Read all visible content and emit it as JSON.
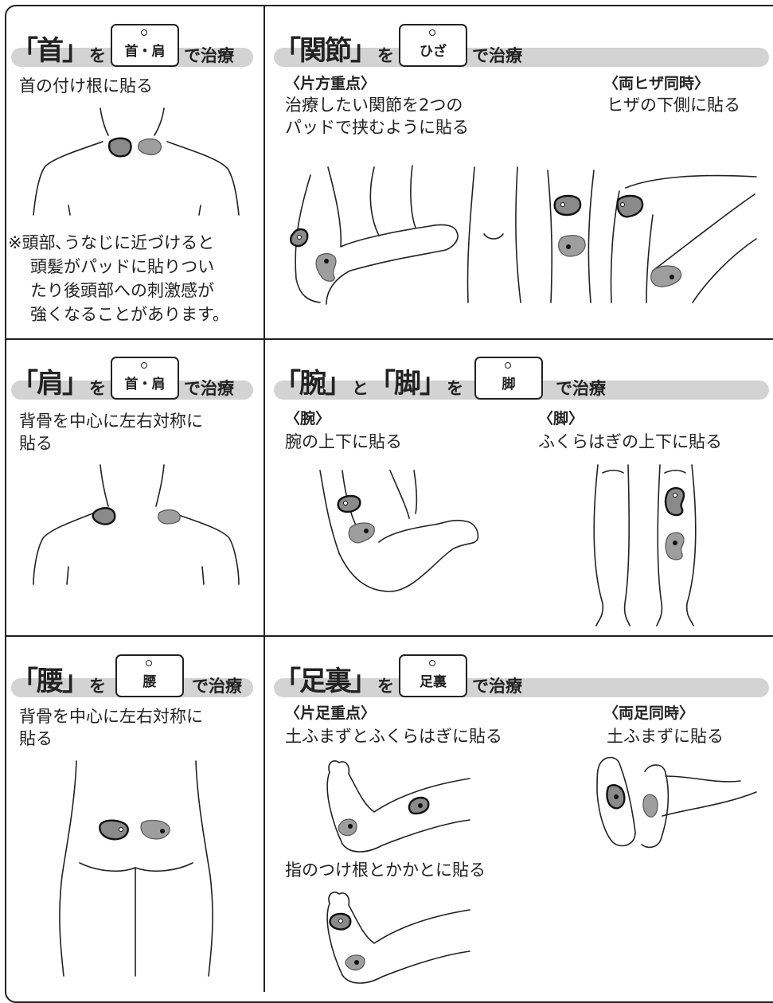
{
  "sections": {
    "neck": {
      "kagi": "「首」",
      "wo": "を",
      "button": "首・肩",
      "tail": "で治療",
      "lines": [
        "首の付け根に貼る"
      ],
      "note": [
        "※頭部､うなじに近づけると",
        "頭髪がパッドに貼りつい",
        "たり後頭部への刺激感が",
        "強くなることがあります。"
      ]
    },
    "joint": {
      "kagi": "「関節」",
      "wo": "を",
      "button": "ひざ",
      "tail": "で治療",
      "left_sub": "〈片方重点〉",
      "left_lines": [
        "治療したい関節を2つの",
        "パッドで挟むように貼る"
      ],
      "right_sub": "〈両ヒザ同時〉",
      "right_lines": [
        "ヒザの下側に貼る"
      ]
    },
    "shoulder": {
      "kagi": "「肩」",
      "wo": "を",
      "button": "首・肩",
      "tail": "で治療",
      "lines": [
        "背骨を中心に左右対称に",
        "貼る"
      ]
    },
    "armleg": {
      "kagi1": "「腕」",
      "to": "と",
      "kagi2": "「脚」",
      "wo": "を",
      "button": "脚",
      "tail": "で治療",
      "left_sub": "〈腕〉",
      "left_lines": [
        "腕の上下に貼る"
      ],
      "right_sub": "〈脚〉",
      "right_lines": [
        "ふくらはぎの上下に貼る"
      ]
    },
    "waist": {
      "kagi": "「腰」",
      "wo": "を",
      "button": "腰",
      "tail": "で治療",
      "lines": [
        "背骨を中心に左右対称に",
        "貼る"
      ]
    },
    "sole": {
      "kagi": "「足裏」",
      "wo": "を",
      "button": "足裏",
      "tail": "で治療",
      "left_sub": "〈片足重点〉",
      "left_lines": [
        "土ふまずとふくらはぎに貼る"
      ],
      "right_sub": "〈両足同時〉",
      "right_lines": [
        "土ふまずに貼る"
      ],
      "extra_line": "指のつけ根とかかとに貼る"
    }
  }
}
